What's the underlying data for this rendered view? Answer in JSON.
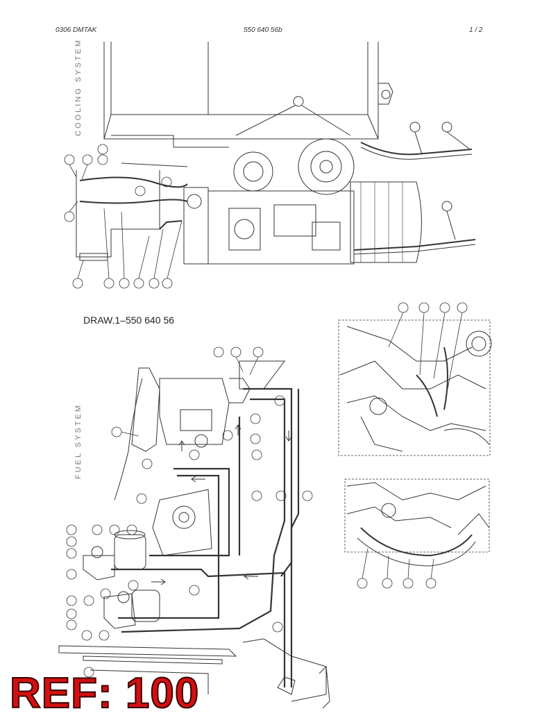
{
  "header": {
    "left": "0306 DMTAK",
    "center": "550 640 56b",
    "page": "1 /  2"
  },
  "sections": {
    "cooling": "COOLING SYSTEM",
    "fuel": "FUEL SYSTEM"
  },
  "drawing_title": "DRAW.1–550 640 56",
  "stamp": "REF: 100",
  "colors": {
    "line": "#333333",
    "stamp": "#d31010"
  }
}
